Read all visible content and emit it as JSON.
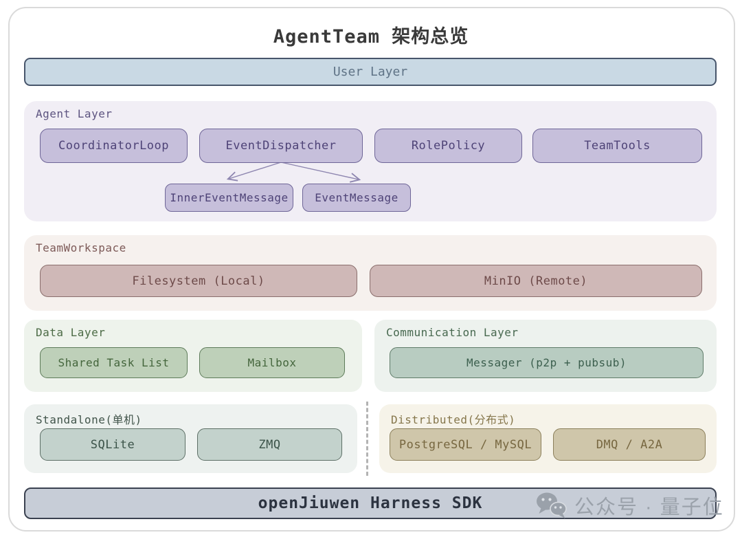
{
  "title": "AgentTeam 架构总览",
  "user_layer": {
    "label": "User Layer"
  },
  "agent_layer": {
    "label": "Agent Layer",
    "boxes": [
      "CoordinatorLoop",
      "EventDispatcher",
      "RolePolicy",
      "TeamTools"
    ],
    "message_boxes": [
      "InnerEventMessage",
      "EventMessage"
    ],
    "arrows": [
      {
        "from": "EventDispatcher",
        "to": "InnerEventMessage"
      },
      {
        "from": "EventDispatcher",
        "to": "EventMessage"
      }
    ]
  },
  "team_workspace": {
    "label": "TeamWorkspace",
    "boxes": [
      "Filesystem (Local)",
      "MinIO (Remote)"
    ]
  },
  "data_layer": {
    "label": "Data Layer",
    "boxes": [
      "Shared Task List",
      "Mailbox"
    ]
  },
  "communication_layer": {
    "label": "Communication Layer",
    "boxes": [
      "Messager (p2p + pubsub)"
    ]
  },
  "standalone": {
    "label": "Standalone(单机)",
    "boxes": [
      "SQLite",
      "ZMQ"
    ]
  },
  "distributed": {
    "label": "Distributed(分布式)",
    "boxes": [
      "PostgreSQL / MySQL",
      "DMQ / A2A"
    ]
  },
  "sdk_bar": {
    "label": "openJiuwen Harness SDK"
  },
  "watermark": {
    "icon": "wechat-icon",
    "text": "公众号 · 量子位"
  },
  "colors": {
    "user_layer_fill": "#c9d9e4",
    "user_layer_border": "#47556b",
    "agent_fill": "#c6bfdb",
    "agent_border": "#6e6597",
    "workspace_fill": "#cfb8b7",
    "workspace_border": "#8a6e6c",
    "data_fill": "#bed0b9",
    "comm_fill": "#b8ccc1",
    "standalone_fill": "#c3d2cc",
    "distributed_fill": "#cfc6aa",
    "sdk_fill": "#c7cdd7",
    "sdk_border": "#3a4150",
    "watermark_gray": "#9aa1aa"
  }
}
